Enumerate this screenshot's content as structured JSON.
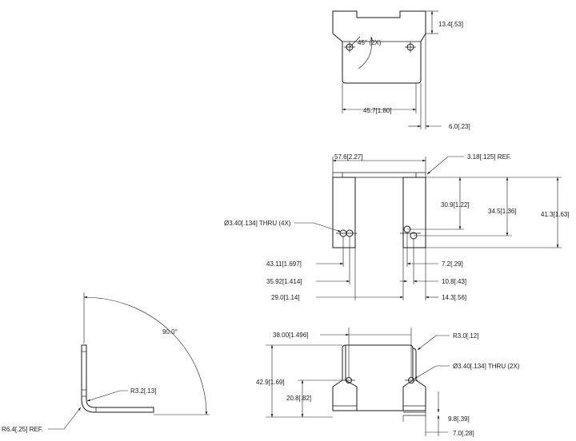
{
  "dims": {
    "top_view": {
      "height_tab": "13.4[.53]",
      "angle": "45° (2X)",
      "width": "45.7[1.80]",
      "thickness": "6.0[.23]"
    },
    "front_view": {
      "overall_width": "57.6[2.27]",
      "gap": "3.18[.125] REF.",
      "hole_callout": "Ø3.40[.134] THRU (4X)",
      "h1": "30.9[1.22]",
      "h2": "34.5[1.36]",
      "h3": "41.3[1.63]",
      "x1": "43.11[1.697]",
      "x2": "35.92[1.414]",
      "x3": "29.0[1.14]",
      "x4": "7.2[.29]",
      "x5": "10.8[.43]",
      "x6": "14.3[.56]"
    },
    "side_view": {
      "angle": "90.0°",
      "inner_radius": "R3.2[.13]",
      "outer_radius": "R6.4[.25] REF."
    },
    "flat_view": {
      "width": "38.00[1.496]",
      "corner_radius": "R3.0[.12]",
      "hole_callout": "Ø3.40[.134] THRU (2X)",
      "height": "42.9[1.69]",
      "hole_height": "20.8[.82]",
      "foot1": "9.8[.39]",
      "foot2": "7.0[.28]"
    }
  }
}
